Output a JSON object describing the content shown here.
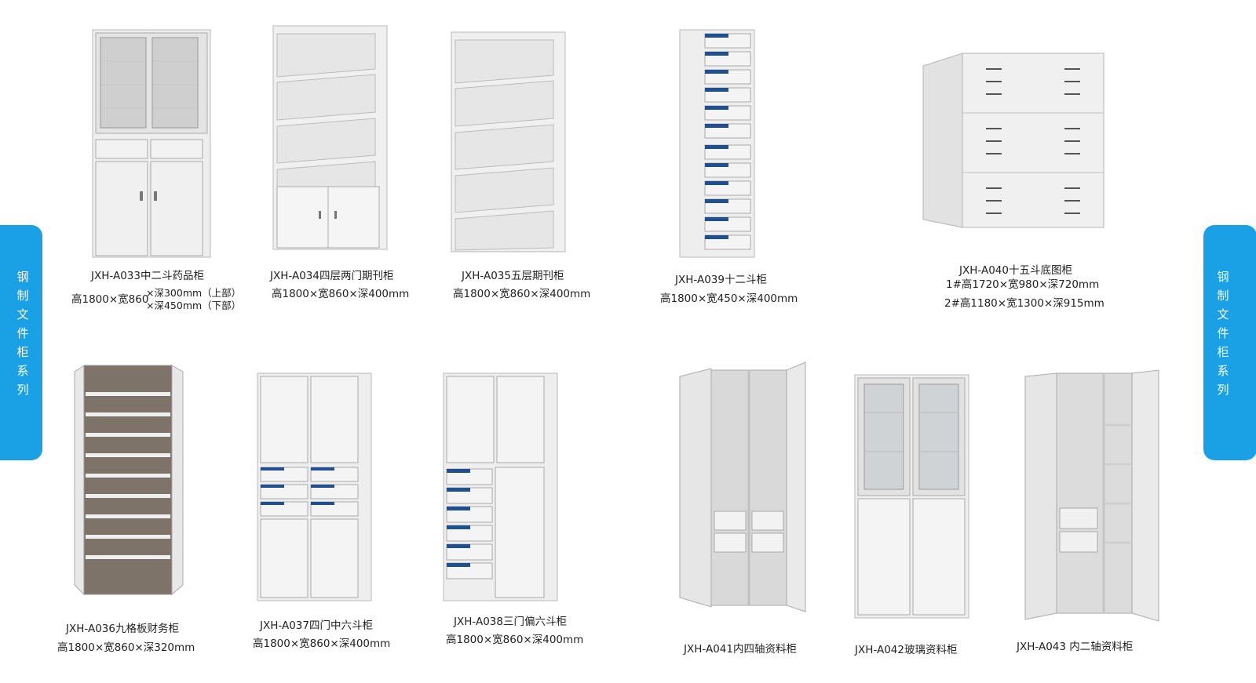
{
  "side_label": "钢制文件柜系列",
  "colors": {
    "accent": "#1aa0e4",
    "cabinet": "#ececec",
    "cabinet_edge": "#bcbcbc",
    "drawer_accent": "#1f4f8f"
  },
  "products": [
    {
      "id": "A033",
      "name": "JXH-A033中二斗药品柜",
      "dim1": "高1800×宽860",
      "dim2a": "×深300mm（上部）",
      "dim2b": "×深450mm（下部）"
    },
    {
      "id": "A034",
      "name": "JXH-A034四层两门期刊柜",
      "dim": "高1800×宽860×深400mm"
    },
    {
      "id": "A035",
      "name": "JXH-A035五层期刊柜",
      "dim": "高1800×宽860×深400mm"
    },
    {
      "id": "A039",
      "name": "JXH-A039十二斗柜",
      "dim": "高1800×宽450×深400mm"
    },
    {
      "id": "A040",
      "name": "JXH-A040十五斗底图柜",
      "dim1": "1#高1720×宽980×深720mm",
      "dim2": "2#高1180×宽1300×深915mm"
    },
    {
      "id": "A036",
      "name": "JXH-A036九格板财务柜",
      "dim": "高1800×宽860×深320mm"
    },
    {
      "id": "A037",
      "name": "JXH-A037四门中六斗柜",
      "dim": "高1800×宽860×深400mm"
    },
    {
      "id": "A038",
      "name": "JXH-A038三门偏六斗柜",
      "dim": "高1800×宽860×深400mm"
    },
    {
      "id": "A041",
      "name": "JXH-A041内四轴资料柜"
    },
    {
      "id": "A042",
      "name": "JXH-A042玻璃资料柜"
    },
    {
      "id": "A043",
      "name": "JXH-A043  内二轴资料柜"
    }
  ]
}
